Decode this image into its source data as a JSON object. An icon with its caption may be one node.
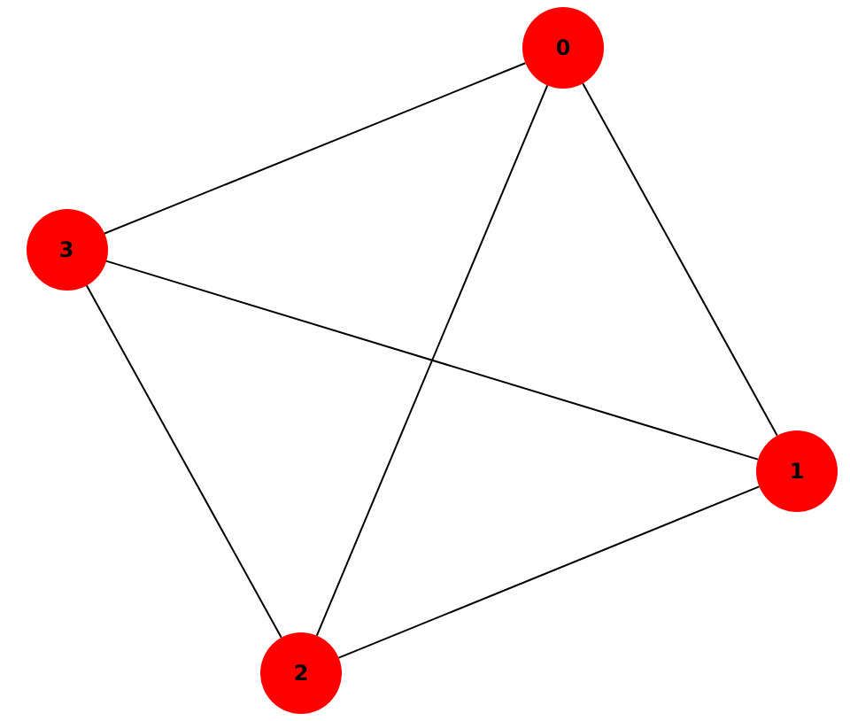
{
  "diagram": {
    "nodes": [
      {
        "text": [
          "0"
        ]
      },
      {
        "text": [
          "1"
        ]
      },
      {
        "text": [
          "2"
        ]
      },
      {
        "text": [
          "3"
        ]
      }
    ],
    "edges": [
      {
        "from": 0,
        "to": 3,
        "arrow": "none"
      },
      {
        "from": 0,
        "to": 1,
        "arrow": "none"
      },
      {
        "from": 0,
        "to": 2,
        "arrow": "none"
      },
      {
        "from": 3,
        "to": 1,
        "arrow": "none"
      },
      {
        "from": 3,
        "to": 2,
        "arrow": "none"
      },
      {
        "from": 2,
        "to": 1,
        "arrow": "none"
      }
    ]
  }
}
